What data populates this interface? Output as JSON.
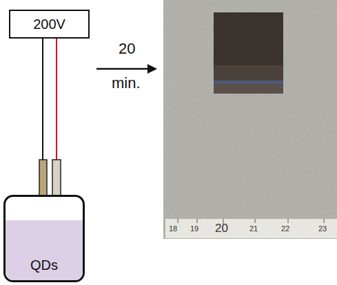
{
  "diagram": {
    "nodes": [
      {
        "text": [
          "200V"
        ]
      },
      {
        "text": [
          "QDs"
        ]
      }
    ],
    "edges": [
      {
        "from": 0,
        "to": 1,
        "arrow": "none"
      },
      {
        "from": 0,
        "to": 1,
        "arrow": "none"
      }
    ],
    "labels": [
      "20",
      "min.",
      "18",
      "19",
      "20",
      "21",
      "22",
      "23"
    ]
  }
}
